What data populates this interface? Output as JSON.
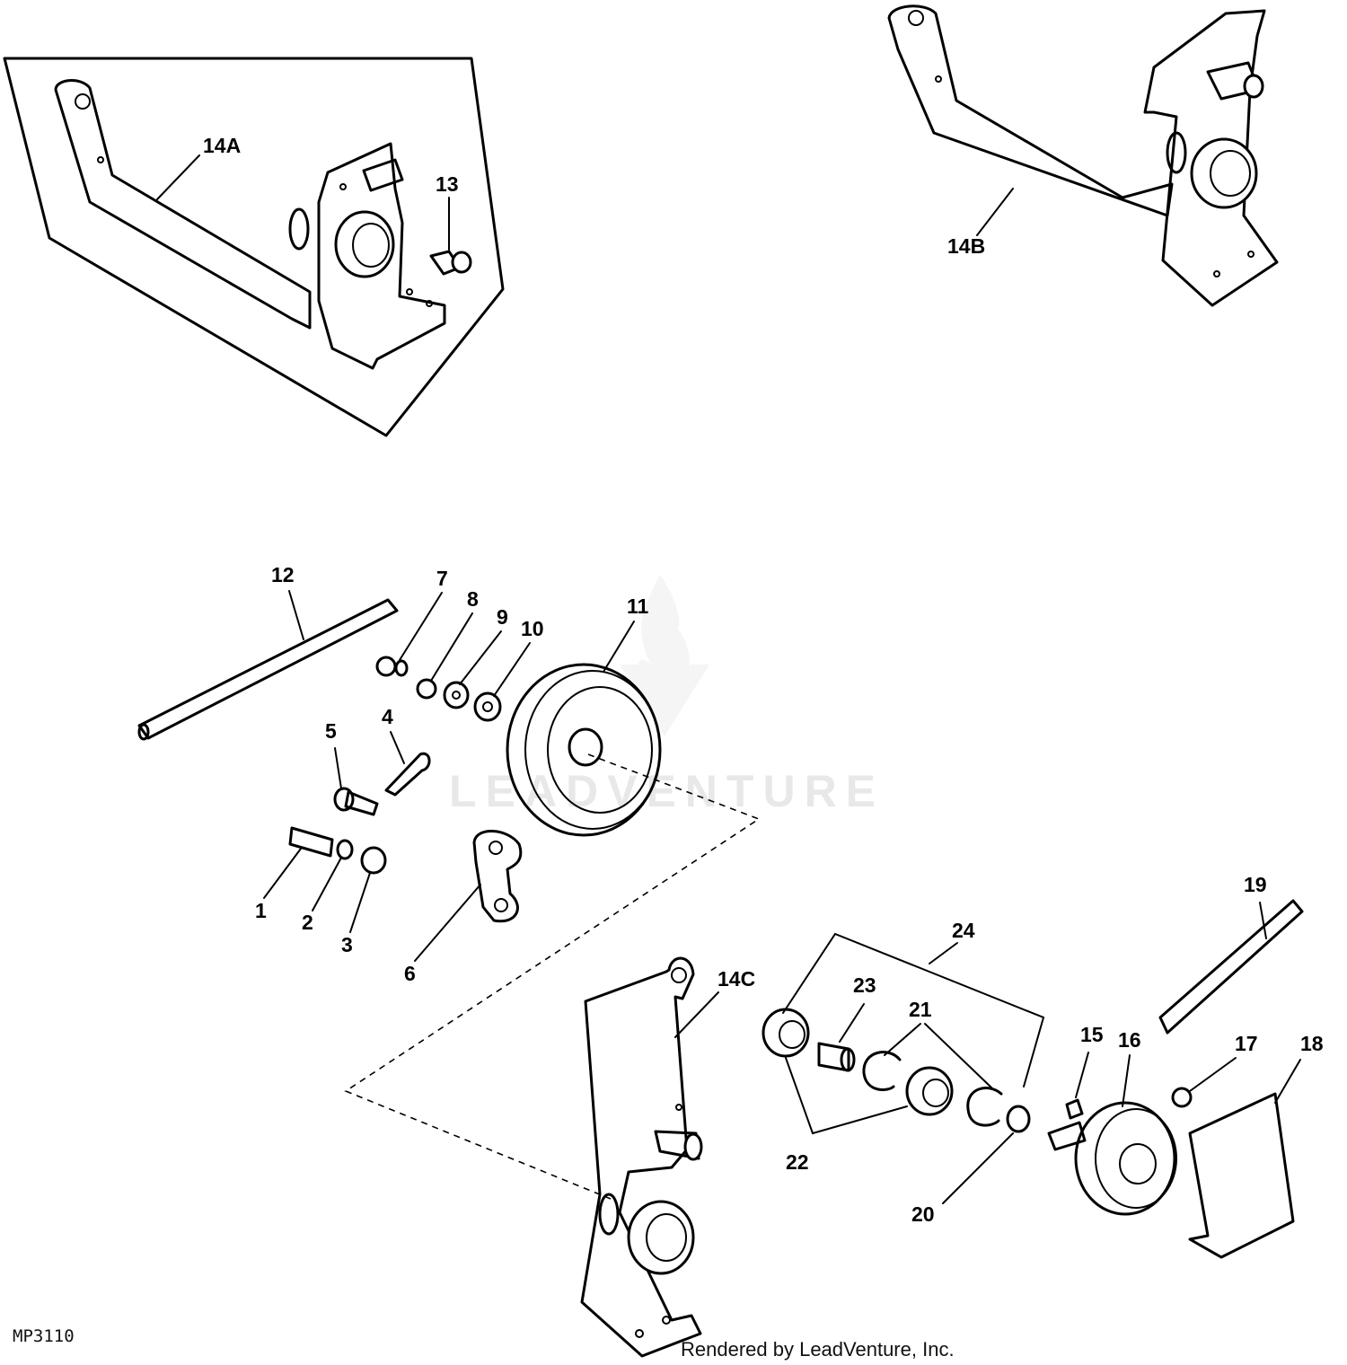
{
  "figure_id": "MP3110",
  "credit": "Rendered by LeadVenture, Inc.",
  "watermark": "LEADVENTURE",
  "callouts": {
    "c14a": "14A",
    "c13": "13",
    "c14b": "14B",
    "c12": "12",
    "c7": "7",
    "c8": "8",
    "c9": "9",
    "c10": "10",
    "c11": "11",
    "c5": "5",
    "c4": "4",
    "c1": "1",
    "c2": "2",
    "c3": "3",
    "c6": "6",
    "c14c": "14C",
    "c24": "24",
    "c23": "23",
    "c21": "21",
    "c22": "22",
    "c20": "20",
    "c19": "19",
    "c15": "15",
    "c16": "16",
    "c17": "17",
    "c18": "18"
  }
}
